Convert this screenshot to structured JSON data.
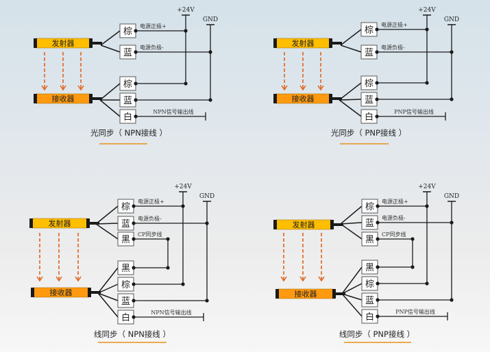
{
  "colors": {
    "emitter_fill": "#ffbe00",
    "receiver_fill": "#ff9a10",
    "bar_cap": "#1a1a1a",
    "beam_arrow": "#e0621c",
    "wire": "#1a1a1a",
    "underline": "#e8901c",
    "box_fill": "#ffffff"
  },
  "diagrams": [
    {
      "id": "optical-npn",
      "caption": "光同步（ NPN接线 ）",
      "emitter_label": "发射器",
      "receiver_label": "接收器",
      "vcc_label": "+24V",
      "gnd_label": "GND",
      "emitter_wires": [
        {
          "color_label": "棕",
          "desc": "电源正极+"
        },
        {
          "color_label": "蓝",
          "desc": "电源负极-"
        }
      ],
      "receiver_wires": [
        {
          "color_label": "棕",
          "desc": ""
        },
        {
          "color_label": "蓝",
          "desc": ""
        },
        {
          "color_label": "白",
          "desc": "NPN信号输出线"
        }
      ]
    },
    {
      "id": "optical-pnp",
      "caption": "光同步（ PNP接线 ）",
      "emitter_label": "发射器",
      "receiver_label": "接收器",
      "vcc_label": "+24V",
      "gnd_label": "GND",
      "emitter_wires": [
        {
          "color_label": "棕",
          "desc": "电源正极+"
        },
        {
          "color_label": "蓝",
          "desc": "电源负极-"
        }
      ],
      "receiver_wires": [
        {
          "color_label": "棕",
          "desc": ""
        },
        {
          "color_label": "蓝",
          "desc": ""
        },
        {
          "color_label": "白",
          "desc": "PNP信号输出线"
        }
      ]
    },
    {
      "id": "wire-npn",
      "caption": "线同步（ NPN接线 ）",
      "emitter_label": "发射器",
      "receiver_label": "接收器",
      "vcc_label": "+24V",
      "gnd_label": "GND",
      "emitter_wires": [
        {
          "color_label": "棕",
          "desc": "电源正极+"
        },
        {
          "color_label": "蓝",
          "desc": "电源负极-"
        },
        {
          "color_label": "黑",
          "desc": "CP同步线"
        }
      ],
      "receiver_wires": [
        {
          "color_label": "黑",
          "desc": ""
        },
        {
          "color_label": "棕",
          "desc": ""
        },
        {
          "color_label": "蓝",
          "desc": ""
        },
        {
          "color_label": "白",
          "desc": "NPN信号输出线"
        }
      ]
    },
    {
      "id": "wire-pnp",
      "caption": "线同步（ PNP接线 ）",
      "emitter_label": "发射器",
      "receiver_label": "接收器",
      "vcc_label": "+24V",
      "gnd_label": "GND",
      "emitter_wires": [
        {
          "color_label": "棕",
          "desc": "电源正极+"
        },
        {
          "color_label": "蓝",
          "desc": "电源负极-"
        },
        {
          "color_label": "黑",
          "desc": "CP同步线"
        }
      ],
      "receiver_wires": [
        {
          "color_label": "黑",
          "desc": ""
        },
        {
          "color_label": "棕",
          "desc": ""
        },
        {
          "color_label": "蓝",
          "desc": ""
        },
        {
          "color_label": "白",
          "desc": "PNP信号输出线"
        }
      ]
    }
  ]
}
